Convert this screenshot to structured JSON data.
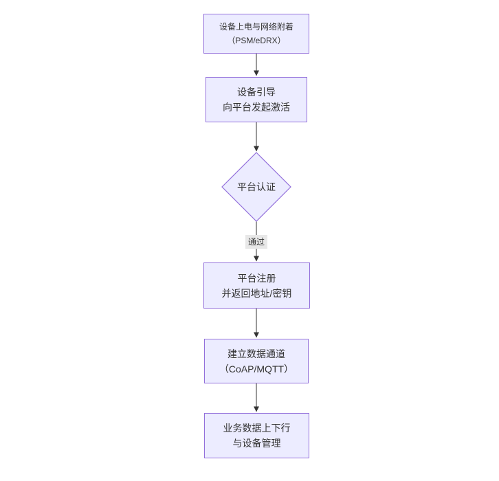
{
  "diagram": {
    "type": "flowchart",
    "direction": "top-down",
    "nodes": {
      "power_attach": {
        "shape": "rect",
        "lines": [
          "设备上电与网络附着",
          "（PSM/eDRX）"
        ]
      },
      "bootstrap": {
        "shape": "rect",
        "lines": [
          "设备引导",
          "向平台发起激活"
        ]
      },
      "platform_auth": {
        "shape": "diamond",
        "lines": [
          "平台认证"
        ]
      },
      "register": {
        "shape": "rect",
        "lines": [
          "平台注册",
          "并返回地址/密钥"
        ]
      },
      "data_channel": {
        "shape": "rect",
        "lines": [
          "建立数据通道",
          "（CoAP/MQTT）"
        ]
      },
      "business": {
        "shape": "rect",
        "lines": [
          "业务数据上下行",
          "与设备管理"
        ]
      }
    },
    "edges": [
      {
        "from": "power_attach",
        "to": "bootstrap",
        "label": ""
      },
      {
        "from": "bootstrap",
        "to": "platform_auth",
        "label": ""
      },
      {
        "from": "platform_auth",
        "to": "register",
        "label": "通过"
      },
      {
        "from": "register",
        "to": "data_channel",
        "label": ""
      },
      {
        "from": "data_channel",
        "to": "business",
        "label": ""
      }
    ],
    "colors": {
      "node_fill": "#ECECFF",
      "node_border": "#9370DB",
      "edge_line": "#333333",
      "edge_label_bg": "#E8E8E8",
      "text": "#333333",
      "background": "#FFFFFF"
    }
  }
}
